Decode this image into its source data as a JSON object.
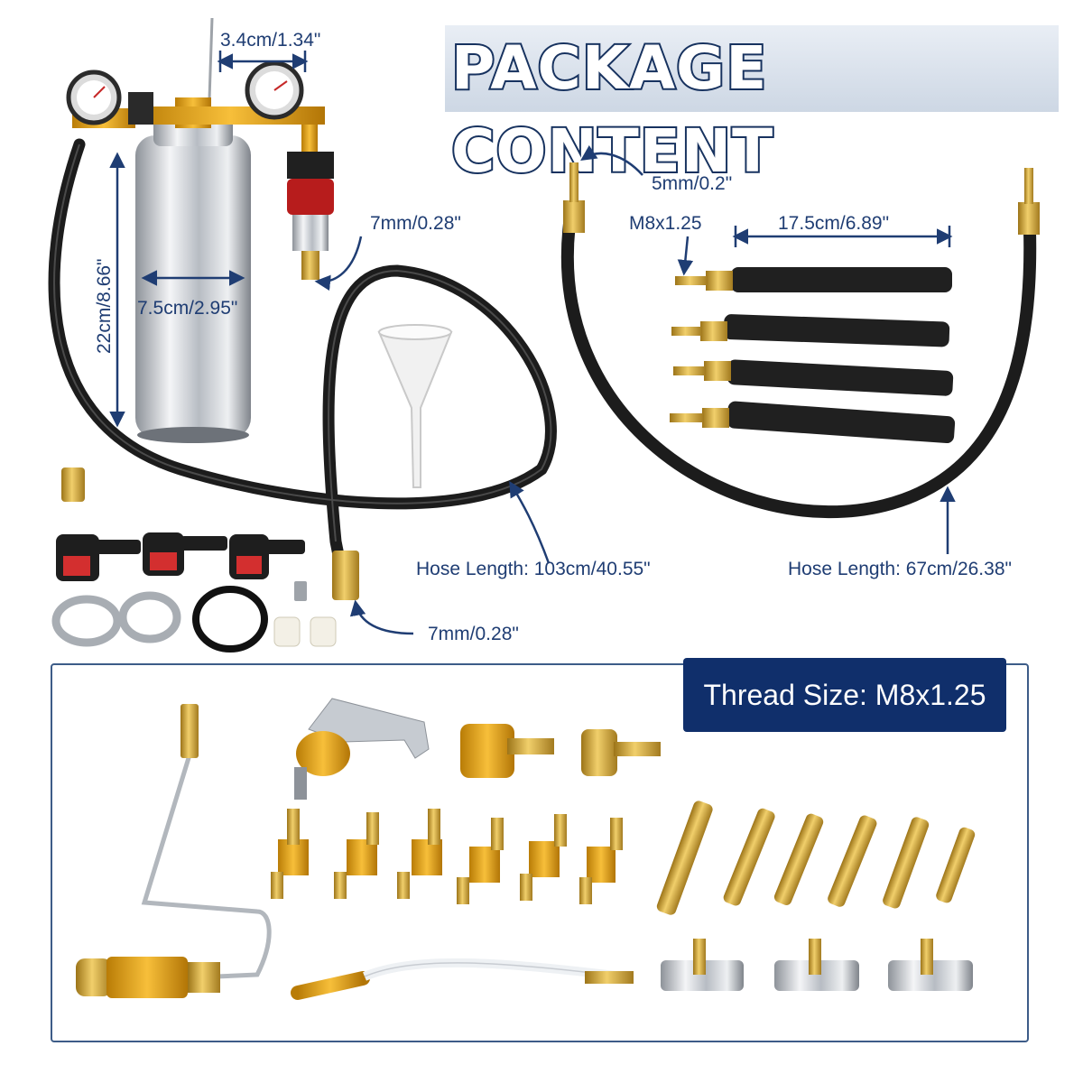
{
  "banner": {
    "title": "PACKAGE CONTENT"
  },
  "dimensions": {
    "gauge_spacing": "3.4cm/1.34\"",
    "bottle_height": "22cm/8.66\"",
    "bottle_diameter": "7.5cm/2.95\"",
    "regulator_outlet": "7mm/0.28\"",
    "hose_long_length": "Hose Length: 103cm/40.55\"",
    "hose_long_end": "7mm/0.28\"",
    "hose_tip": "5mm/0.2\"",
    "short_hose_thread": "M8x1.25",
    "short_hose_length": "17.5cm/6.89\"",
    "hose_short_length": "Hose Length: 67cm/26.38\""
  },
  "thread_panel": {
    "label": "Thread Size: M8x1.25"
  },
  "colors": {
    "navy": "#102f6b",
    "label": "#1f3d73",
    "brass": "#d4a838",
    "gold": "#e0a21a",
    "hose": "#1c1c1c",
    "chrome": "#c8ccd2"
  }
}
